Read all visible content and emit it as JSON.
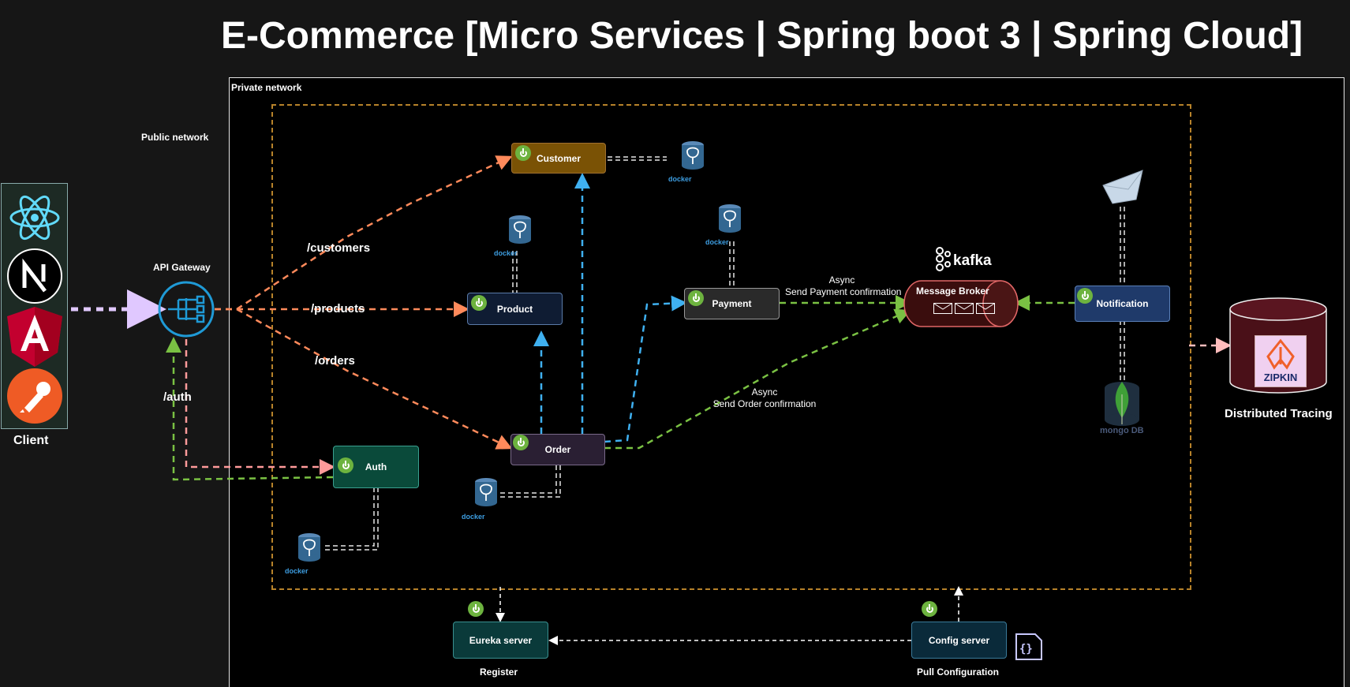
{
  "title": "E-Commerce [Micro Services | Spring boot 3 | Spring Cloud]",
  "networks": {
    "private": "Private network",
    "public": "Public network"
  },
  "client": {
    "label": "Client",
    "icons": [
      "react-icon",
      "nextjs-icon",
      "angular-icon",
      "postman-icon"
    ],
    "colors": {
      "react": "#61dafb",
      "next": "#000000",
      "angular": "#c3002f",
      "postman": "#ef5b25"
    }
  },
  "gateway": {
    "label": "API Gateway"
  },
  "routes": {
    "customers": "/customers",
    "products": "/products",
    "orders": "/orders",
    "auth": "/auth"
  },
  "services": {
    "customer": {
      "label": "Customer",
      "color": "#7a5205"
    },
    "product": {
      "label": "Product",
      "color": "#0f1c33"
    },
    "order": {
      "label": "Order",
      "color": "#2a1f33"
    },
    "payment": {
      "label": "Payment",
      "color": "#2a2a2a"
    },
    "auth": {
      "label": "Auth",
      "color": "#0a4a3a"
    },
    "notification": {
      "label": "Notification",
      "color": "#1f3a6a"
    },
    "eureka": {
      "label": "Eureka server",
      "color": "#0a3a3a"
    },
    "config": {
      "label": "Config server",
      "color": "#0a2a3a"
    }
  },
  "broker": {
    "label": "Message Broker",
    "brand": "kafka",
    "color": "#4a1010"
  },
  "notes": {
    "payment_async": [
      "Async",
      "Send Payment confirmation"
    ],
    "order_async": [
      "Async",
      "Send Order confirmation"
    ]
  },
  "tracing": {
    "label": "Distributed Tracing",
    "brand": "ZIPKIN"
  },
  "captions": {
    "register": "Register",
    "pull_config": "Pull Configuration"
  },
  "notification_db_label": "mongo DB",
  "docker_label": "docker"
}
